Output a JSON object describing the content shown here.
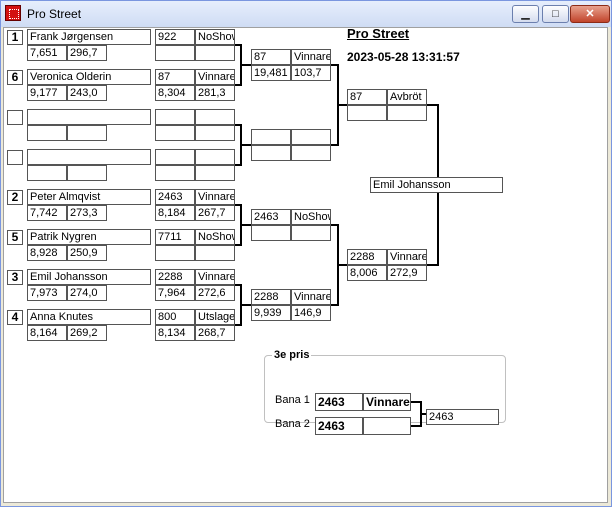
{
  "window": {
    "title": "Pro Street",
    "min_label": "▁",
    "max_label": "□",
    "close_label": "✕"
  },
  "header": {
    "title": "Pro Street",
    "datetime": "2023-05-28 13:31:57"
  },
  "round1": [
    {
      "seed": "1",
      "name": "Frank  Jørgensen",
      "rt": "7,651",
      "et": "296,7",
      "num": "922",
      "res": "NoShow",
      "t2a": "",
      "t2b": ""
    },
    {
      "seed": "6",
      "name": "Veronica Olderin",
      "rt": "9,177",
      "et": "243,0",
      "num": "87",
      "res": "Vinnare",
      "t2a": "8,304",
      "t2b": "281,3"
    },
    {
      "seed": "",
      "name": "",
      "rt": "",
      "et": "",
      "num": "",
      "res": "",
      "t2a": "",
      "t2b": ""
    },
    {
      "seed": "",
      "name": "",
      "rt": "",
      "et": "",
      "num": "",
      "res": "",
      "t2a": "",
      "t2b": ""
    },
    {
      "seed": "2",
      "name": "Peter Almqvist",
      "rt": "7,742",
      "et": "273,3",
      "num": "2463",
      "res": "Vinnare",
      "t2a": "8,184",
      "t2b": "267,7"
    },
    {
      "seed": "5",
      "name": "Patrik Nygren",
      "rt": "8,928",
      "et": "250,9",
      "num": "7711",
      "res": "NoShow",
      "t2a": "",
      "t2b": ""
    },
    {
      "seed": "3",
      "name": "Emil Johansson",
      "rt": "7,973",
      "et": "274,0",
      "num": "2288",
      "res": "Vinnare",
      "t2a": "7,964",
      "t2b": "272,6"
    },
    {
      "seed": "4",
      "name": "Anna Knutes",
      "rt": "8,164",
      "et": "269,2",
      "num": "800",
      "res": "Utslagen",
      "t2a": "8,134",
      "t2b": "268,7"
    }
  ],
  "round2": [
    {
      "num": "87",
      "res": "Vinnare",
      "a": "19,481",
      "b": "103,7"
    },
    {
      "num": "",
      "res": "",
      "a": "",
      "b": ""
    },
    {
      "num": "2463",
      "res": "NoShow",
      "a": "",
      "b": ""
    },
    {
      "num": "2288",
      "res": "Vinnare",
      "a": "9,939",
      "b": "146,9"
    }
  ],
  "semis": [
    {
      "num": "87",
      "res": "Avbröt",
      "a": "",
      "b": ""
    },
    {
      "num": "2288",
      "res": "Vinnare",
      "a": "8,006",
      "b": "272,9"
    }
  ],
  "final": {
    "winner": "Emil Johansson"
  },
  "third": {
    "title": "3e pris",
    "lane1_label": "Bana 1",
    "lane1_num": "2463",
    "lane1_res": "Vinnare",
    "lane2_label": "Bana 2",
    "lane2_num": "2463",
    "lane2_res": "",
    "winner": "2463"
  }
}
